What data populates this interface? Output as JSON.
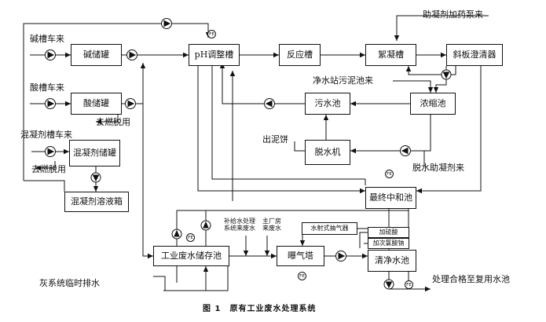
{
  "caption": "图 1　原有工业废水处理系统",
  "units": {
    "jianchuguan": "碱储罐",
    "suanchuguan": "酸储罐",
    "hunningjichuguan": "混凝剂储罐",
    "hunningjirongyexiang": "混凝剂溶液箱",
    "ph": "pH调整槽",
    "fanying": "反应槽",
    "xuning": "絮凝槽",
    "xieban": "斜板澄清器",
    "wushuichi": "污水池",
    "nongsuochi": "浓缩池",
    "tuoshuiji": "脱水机",
    "zuizhong": "最终中和池",
    "chucun": "工业废水储存池",
    "puqita": "曝气塔",
    "shuishe": "水射式抽气器",
    "jiaxiaosuan": "加硫酸",
    "jiaci": "加次氯酸钠",
    "qingjing": "清净水池"
  },
  "labels": {
    "jiancheche": "碱槽车来",
    "suancheche": "酸槽车来",
    "hunningjicheche": "混凝剂槽车来",
    "qurantuoliu1": "去燃脱用",
    "qurantuoliu2": "去燃脱用",
    "zhuning": "助凝剂加药泵来",
    "jingshui": "净水站污泥池来",
    "chunibing": "出泥饼",
    "tuoshuizhuning": "脱水助凝剂来",
    "bugeishui_l1": "补给水处理",
    "bugeishui_l2": "系统来废水",
    "zhuchangfang_l1": "主厂房",
    "zhuchangfang_l2": "来废水",
    "huixitong": "灰系统临时排水",
    "chuli": "处理合格至复用水池"
  },
  "instruments": {
    "ft": "FE"
  }
}
